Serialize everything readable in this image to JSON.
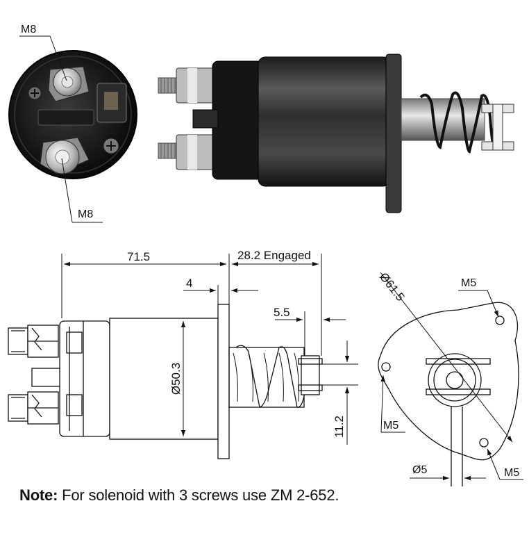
{
  "photo_labels": {
    "top_stud": "M8",
    "bottom_stud": "M8"
  },
  "side_view": {
    "length": "71.5",
    "engaged": "28.2 Engaged",
    "flange": "4",
    "stroke": "5.5",
    "diameter": "Ø50.3",
    "fork": "11.2"
  },
  "end_view": {
    "diameter": "Ø61.5",
    "hole_top": "M5",
    "hole_left": "M5",
    "hole_bottom": "M5",
    "shaft": "Ø5"
  },
  "note": {
    "label": "Note:",
    "text": " For solenoid with 3 screws use ZM 2-652."
  },
  "colors": {
    "line": "#111111",
    "metal_dark": "#2a2a2a",
    "metal_mid": "#6b6b6b",
    "metal_light": "#cfcfcf"
  }
}
